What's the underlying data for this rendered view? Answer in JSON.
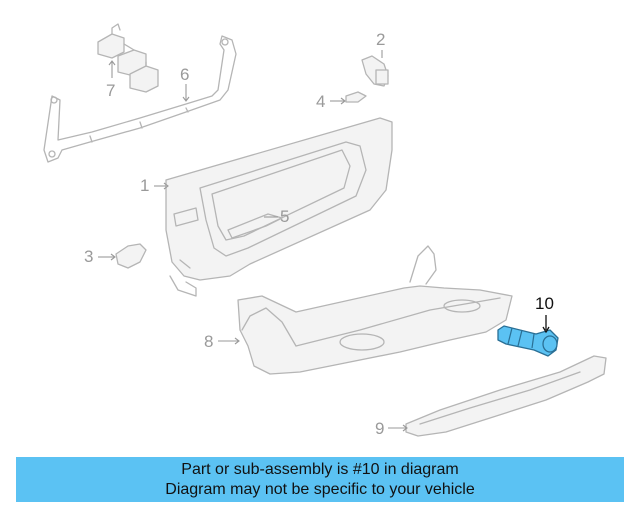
{
  "diagram": {
    "callouts": {
      "c1": "1",
      "c2": "2",
      "c3": "3",
      "c4": "4",
      "c5": "5",
      "c6": "6",
      "c7": "7",
      "c8": "8",
      "c9": "9",
      "c10": "10"
    },
    "highlighted_part": "10",
    "highlight_color": "#5bc2f3",
    "line_color": "#b5b5b5"
  },
  "banner": {
    "line1": "Part or sub-assembly is #10 in diagram",
    "line2": "Diagram may not be specific to your vehicle",
    "background": "#5bc2f3"
  }
}
